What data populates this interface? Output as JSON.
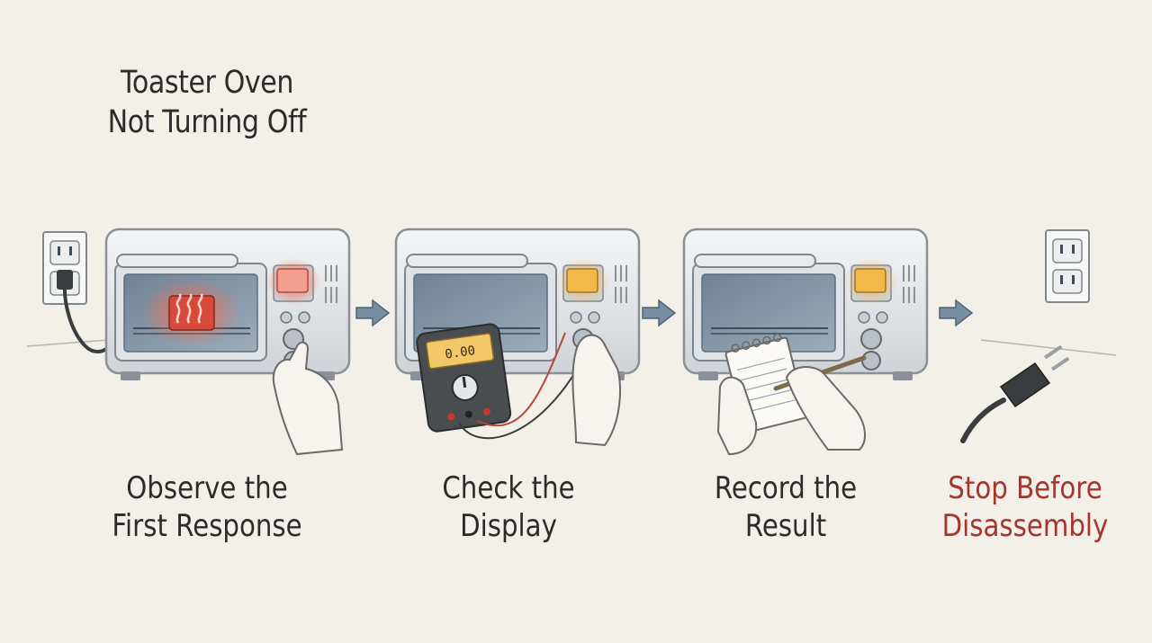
{
  "title": {
    "line1": "Toaster Oven",
    "line2": "Not Turning Off"
  },
  "steps": [
    {
      "line1": "Observe the",
      "line2": "First Response",
      "icon": "oven-heating-icon"
    },
    {
      "line1": "Check the",
      "line2": "Display",
      "icon": "multimeter-icon"
    },
    {
      "line1": "Record the",
      "line2": "Result",
      "icon": "notepad-icon"
    },
    {
      "line1": "Stop Before",
      "line2": "Disassembly",
      "icon": "unplugged-cord-icon"
    }
  ],
  "meter_reading": "0.00",
  "colors": {
    "background": "#f3f0e9",
    "text": "#2c2c2c",
    "warning": "#a6352d",
    "arrow": "#7a8ea3",
    "heat_glow": "#e4533b",
    "display_amber": "#f2b84a"
  }
}
